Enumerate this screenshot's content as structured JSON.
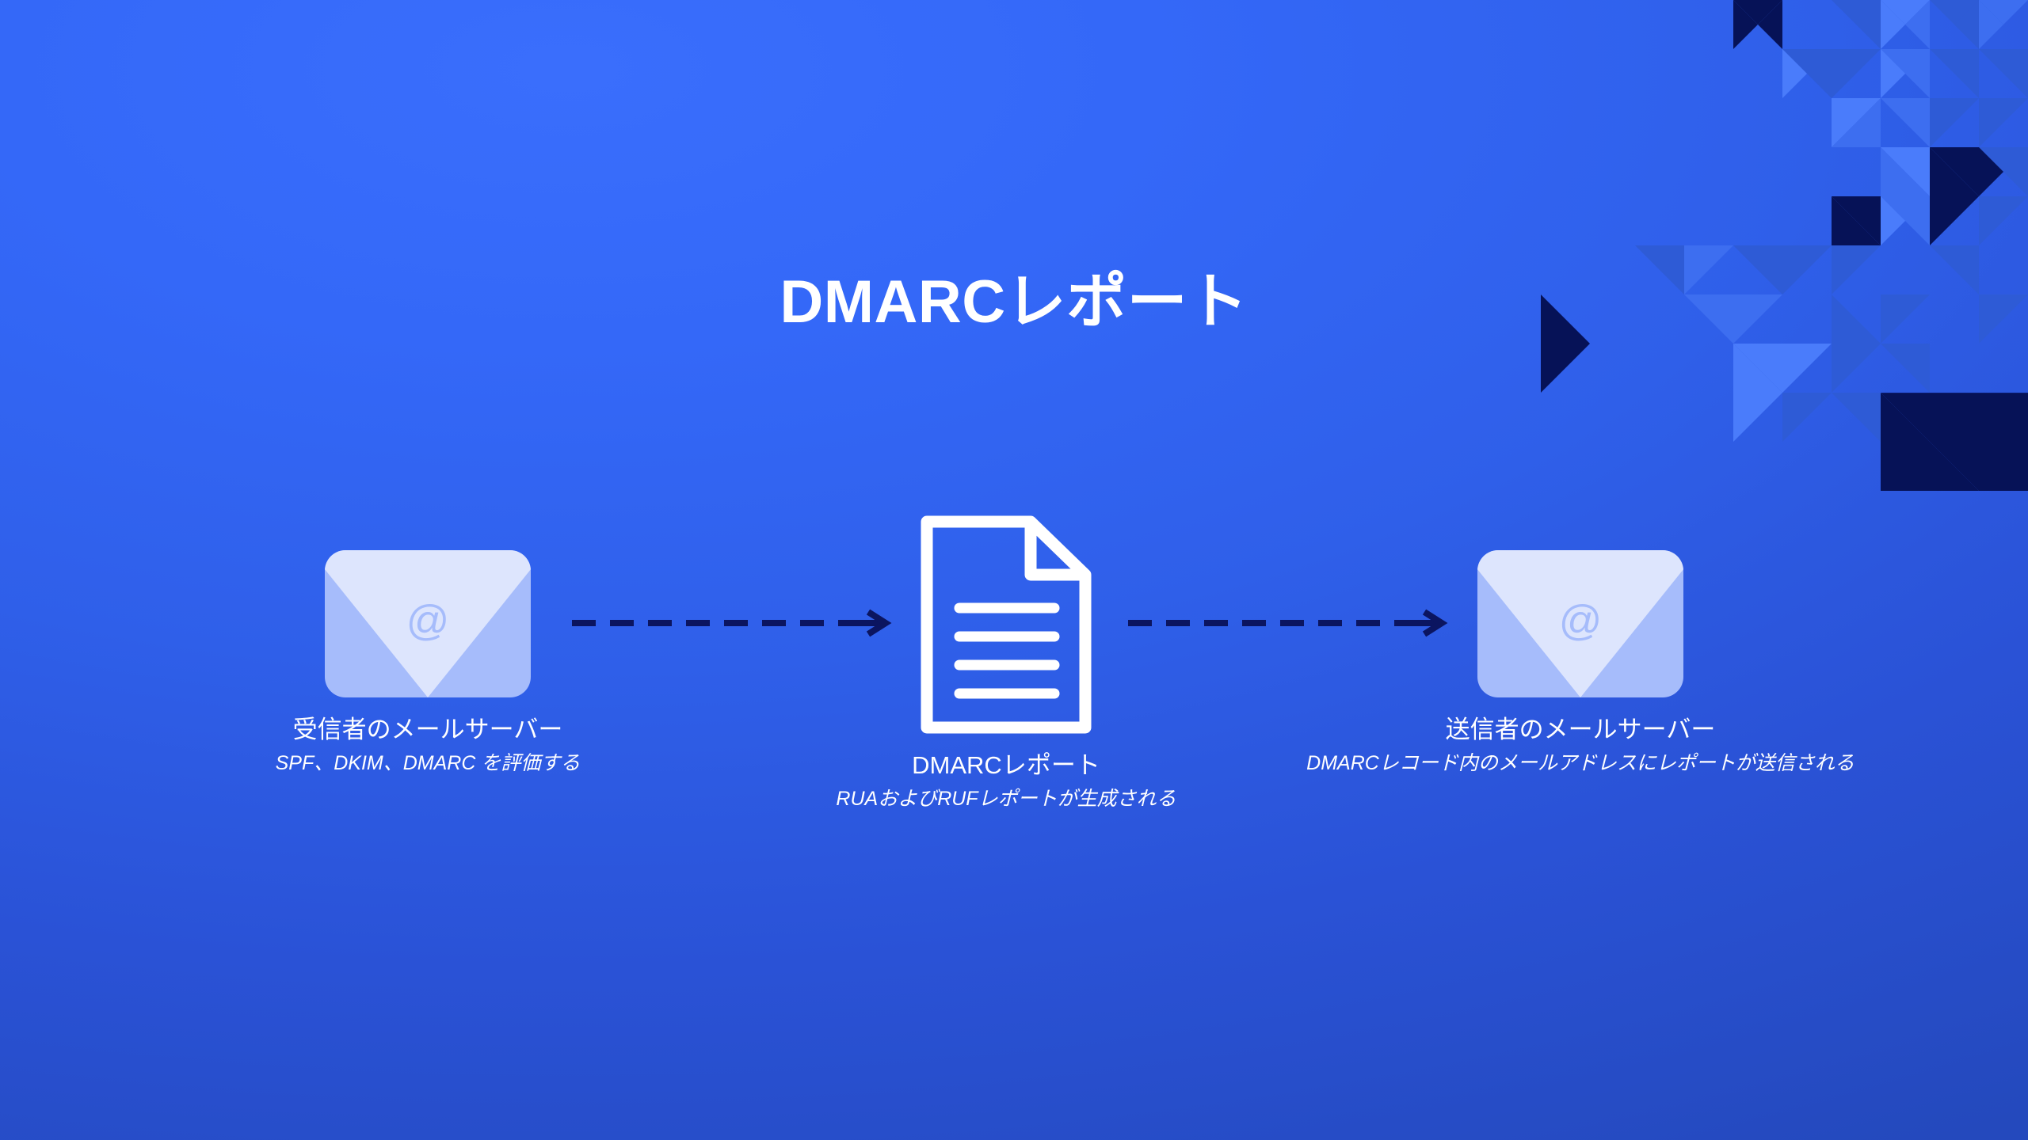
{
  "page": {
    "title": "DMARCレポート",
    "background_gradient_from": "#3a6efc",
    "background_gradient_to": "#2449bd"
  },
  "colors": {
    "background_light": "#3a6efc",
    "background_dark": "#2449bd",
    "accent_light_triangle": "#4a7cfb",
    "accent_mid_triangle": "#2e5bd6",
    "accent_navy_triangle": "#061257",
    "envelope_body": "#a6bcfb",
    "envelope_flap": "#dde5fd",
    "document_stroke": "#ffffff",
    "arrow_color": "#0b1560",
    "text_primary": "#ffffff"
  },
  "diagram": {
    "type": "flow",
    "nodes": [
      {
        "id": "recipient-mail-server",
        "icon": "envelope-icon",
        "icon_glyph": "@",
        "title": "受信者のメールサーバー",
        "subtitle": "SPF、DKIM、DMARC を評価する"
      },
      {
        "id": "dmarc-report",
        "icon": "document-icon",
        "title": "DMARCレポート",
        "subtitle": "RUAおよびRUFレポートが生成される"
      },
      {
        "id": "sender-mail-server",
        "icon": "envelope-icon",
        "icon_glyph": "@",
        "title": "送信者のメールサーバー",
        "subtitle": "DMARCレコード内のメールアドレスにレポートが送信される"
      }
    ],
    "connectors": [
      {
        "id": "arrow-1",
        "from": "recipient-mail-server",
        "to": "dmarc-report",
        "style": "dashed",
        "direction": "right"
      },
      {
        "id": "arrow-2",
        "from": "dmarc-report",
        "to": "sender-mail-server",
        "style": "dashed",
        "direction": "right"
      }
    ]
  },
  "decoration": {
    "name": "triangle-mosaic",
    "position": "top-right"
  }
}
